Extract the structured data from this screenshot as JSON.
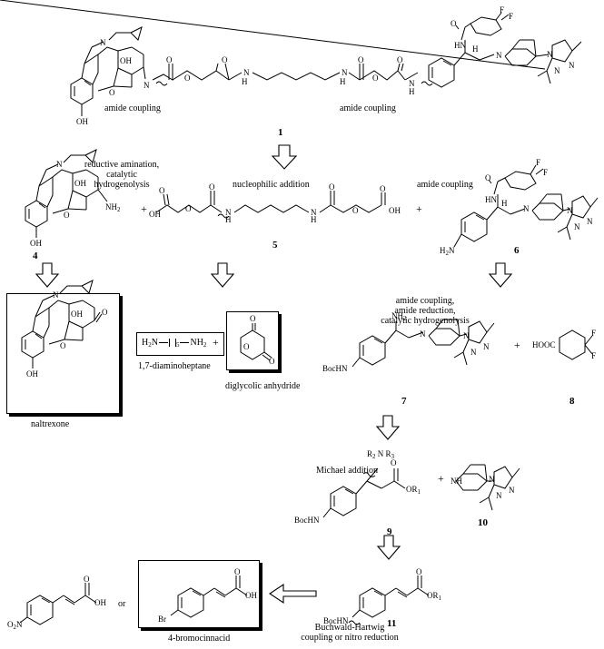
{
  "compounds": {
    "c1": {
      "number": "1"
    },
    "c4": {
      "number": "4"
    },
    "c5": {
      "number": "5"
    },
    "c6": {
      "number": "6"
    },
    "c7": {
      "number": "7"
    },
    "c8": {
      "number": "8"
    },
    "c9": {
      "number": "9"
    },
    "c10": {
      "number": "10"
    },
    "c11": {
      "number": "11"
    }
  },
  "reactions": {
    "amide_left": "amide coupling",
    "amide_right": "amide coupling",
    "reductive_line1": "reductive amination,",
    "reductive_line2": "catalytic",
    "reductive_line3": "hydrogenolysis",
    "nucleophilic": "nucleophilic addition",
    "amide_coupling_6": "amide coupling",
    "step7_line1": "amide coupling,",
    "step7_line2": "amide reduction,",
    "step7_line3": "catalytic hydrogenolysis",
    "michael": "Michael addition",
    "buchwald_line1": "Buchwald-Hartwig",
    "buchwald_line2": "coupling or nitro reduction"
  },
  "names": {
    "naltrexone": "naltrexone",
    "diaminoheptane": "1,7-diaminoheptane",
    "diglycolic": "diglycolic anhydride",
    "bromocinnacid": "4-bromocinnacid"
  },
  "operators": {
    "plus": "+",
    "or": "or"
  },
  "atoms": {
    "N": "N",
    "H": "H",
    "O": "O",
    "OH": "OH",
    "NH": "NH",
    "F": "F",
    "NH2": "NH",
    "H2N": "H",
    "BocHN": "BocHN",
    "HN": "HN",
    "HOOC": "HOOC",
    "Br": "Br",
    "O2N": "O",
    "R1": "R",
    "R2": "R",
    "R3": "R",
    "five": "5",
    "two": "2",
    "one": "1",
    "three": "3"
  }
}
